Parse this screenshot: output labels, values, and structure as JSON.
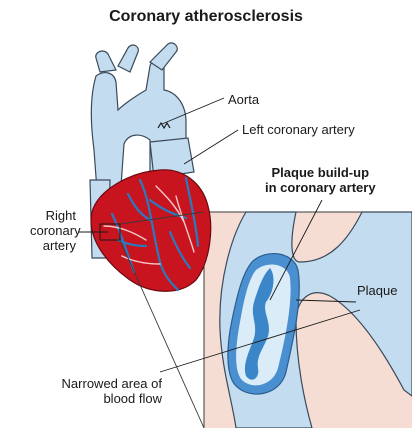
{
  "title": "Coronary atherosclerosis",
  "labels": {
    "aorta": "Aorta",
    "left_coronary_artery": "Left coronary artery",
    "plaque_buildup_line1": "Plaque build-up",
    "plaque_buildup_line2": "in coronary artery",
    "right_coronary_line1": "Right",
    "right_coronary_line2": "coronary",
    "right_coronary_line3": "artery",
    "plaque": "Plaque",
    "narrowed_line1": "Narrowed area of",
    "narrowed_line2": "blood flow"
  },
  "colors": {
    "vessel": "#c4dcef",
    "vessel_outline": "#3a4a5a",
    "heart": "#c8141e",
    "artery_on_heart": "#2a7ac0",
    "inset_bg": "#f6ddd4",
    "plaque_outer": "#4a8fcf",
    "plaque_inner": "#d9ecf8",
    "narrowed_flow": "#3b86c8"
  }
}
